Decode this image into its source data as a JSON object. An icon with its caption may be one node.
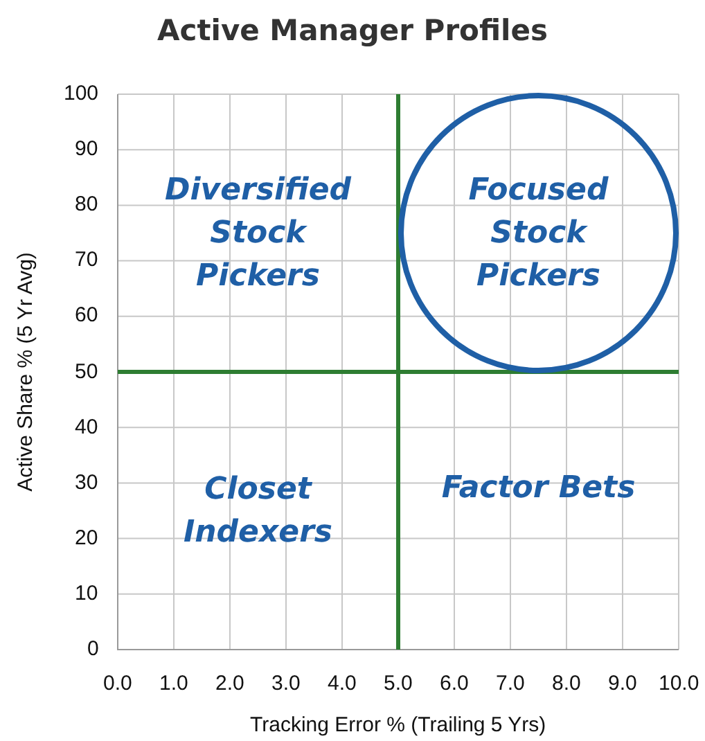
{
  "diagram": {
    "title": "Active Manager Profiles",
    "chart_data": {
      "type": "scatter",
      "xlabel": "Tracking Error % (Trailing 5 Yrs)",
      "ylabel": "Active Share % (5 Yr Avg)",
      "xlim": [
        0,
        10
      ],
      "ylim": [
        0,
        100
      ],
      "xticks": [
        {
          "value": 0,
          "label": "0.0"
        },
        {
          "value": 1,
          "label": "1.0"
        },
        {
          "value": 2,
          "label": "2.0"
        },
        {
          "value": 3,
          "label": "3.0"
        },
        {
          "value": 4,
          "label": "4.0"
        },
        {
          "value": 5,
          "label": "5.0"
        },
        {
          "value": 6,
          "label": "6.0"
        },
        {
          "value": 7,
          "label": "7.0"
        },
        {
          "value": 8,
          "label": "8.0"
        },
        {
          "value": 9,
          "label": "9.0"
        },
        {
          "value": 10,
          "label": "10.0"
        }
      ],
      "yticks": [
        0,
        10,
        20,
        30,
        40,
        50,
        60,
        70,
        80,
        90,
        100
      ],
      "grid": true,
      "annotations": [
        "Diversified Stock Pickers",
        "Focused Stock Pickers",
        "Closet Indexers",
        "Factor Bets"
      ]
    }
  }
}
